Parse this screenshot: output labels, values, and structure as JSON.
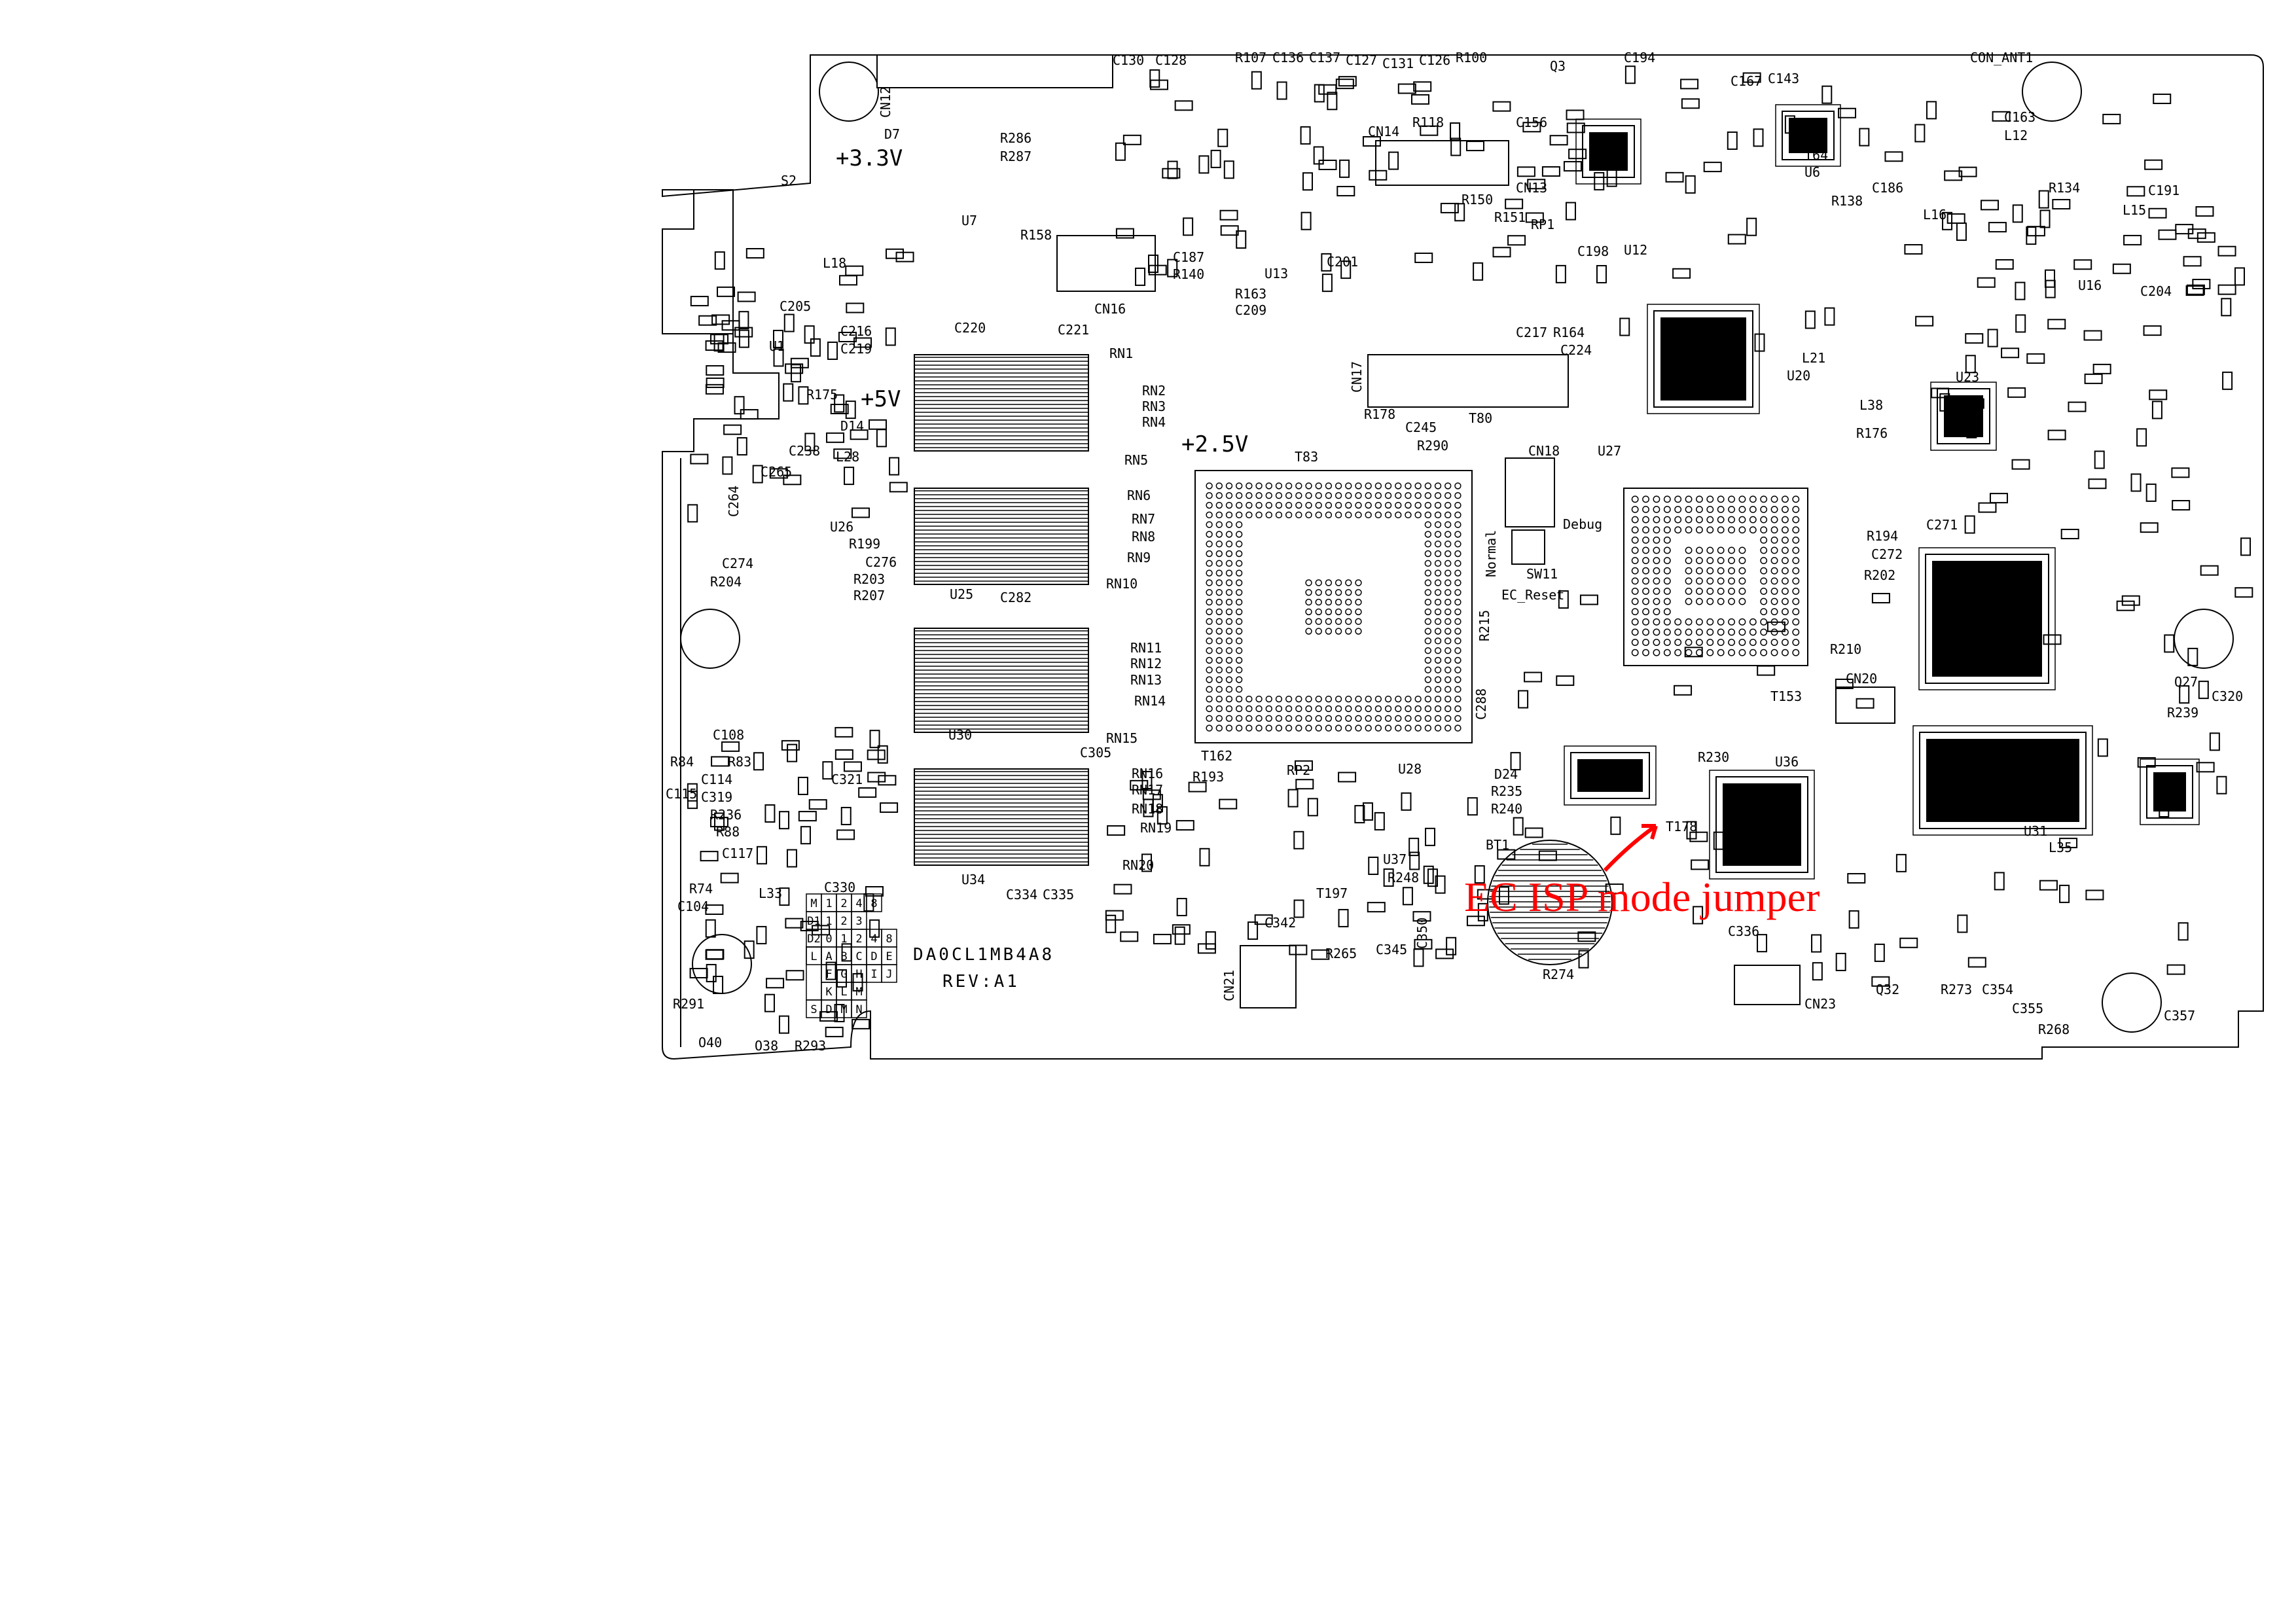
{
  "board": {
    "part_number": "DA0CL1MB4A8",
    "revision": "REV:A1",
    "annotation": "EC ISP mode jumper",
    "annotation_color": "#ff0000",
    "rails": {
      "v33": "+3.3V",
      "v5": "+5V",
      "v25": "+2.5V"
    },
    "switch_labels": {
      "normal": "Normal",
      "debug": "Debug",
      "reset": "EC_Reset"
    },
    "bga_ref": "T83",
    "battery_ref": "BT1"
  },
  "code_table": {
    "rows": [
      [
        "M",
        "1",
        "2",
        "4",
        "8"
      ],
      [
        "D1",
        "1",
        "2",
        "3"
      ],
      [
        "D2",
        "0",
        "1",
        "2",
        "4",
        "8"
      ],
      [
        "L",
        "A",
        "B",
        "C",
        "D",
        "E"
      ],
      [
        "",
        "F",
        "G",
        "H",
        "I",
        "J"
      ],
      [
        "",
        "K",
        "L",
        "M"
      ],
      [
        "S",
        "D",
        "M",
        "N"
      ]
    ]
  },
  "labels": [
    "RN1",
    "RN2",
    "RN3",
    "RN4",
    "RN5",
    "RN6",
    "RN7",
    "RN8",
    "RN9",
    "RN10",
    "RN11",
    "RN12",
    "RN13",
    "RN14",
    "RN15",
    "RN16",
    "RN17",
    "RN18",
    "RN19",
    "RN20",
    "U34",
    "C334",
    "C335",
    "C330",
    "L33",
    "U26",
    "L28",
    "C265",
    "L18",
    "C205",
    "C216",
    "C219",
    "U1",
    "R175",
    "D14",
    "C238",
    "C274",
    "R204",
    "R199",
    "C276",
    "R203",
    "R207",
    "C220",
    "C221",
    "C282",
    "U25",
    "U30",
    "C305",
    "C108",
    "R84",
    "R83",
    "C115",
    "C114",
    "C319",
    "R236",
    "R88",
    "C117",
    "C321",
    "R74",
    "C104",
    "R291",
    "O40",
    "O38",
    "R293",
    "U28",
    "T162",
    "R193",
    "RP2",
    "U37",
    "R248",
    "T197",
    "C342",
    "R265",
    "C345",
    "R274",
    "D24",
    "R235",
    "R240",
    "CN18",
    "SW11",
    "CN20",
    "R230",
    "U36",
    "C336",
    "CN23",
    "Q32",
    "R273",
    "C354",
    "C355",
    "C357",
    "R268",
    "L35",
    "U31",
    "C320",
    "Q27",
    "R239",
    "CON_ANT1",
    "C191",
    "L15",
    "U16",
    "C204",
    "U23",
    "C271",
    "C272",
    "R202",
    "R210",
    "T153",
    "U27",
    "C130",
    "C128",
    "R107",
    "C136",
    "C137",
    "C127",
    "C131",
    "C126",
    "R100",
    "Q3",
    "C194",
    "R118",
    "CN14",
    "CN13",
    "C156",
    "R150",
    "R151",
    "RP1",
    "U12",
    "C198",
    "T64",
    "U6",
    "C186",
    "R138",
    "L16",
    "C143",
    "C167",
    "R134",
    "C163",
    "L12",
    "U7",
    "R158",
    "CN16",
    "R163",
    "C209",
    "U13",
    "C201",
    "C187",
    "R140",
    "T80",
    "R178",
    "C245",
    "R290",
    "D7",
    "R286",
    "R287",
    "S2",
    "U20",
    "L21",
    "R176",
    "L38",
    "C217",
    "C224",
    "R164",
    "R194",
    "CN21",
    "C350",
    "CN12",
    "CN17",
    "C264",
    "C288",
    "R215",
    "T178"
  ]
}
